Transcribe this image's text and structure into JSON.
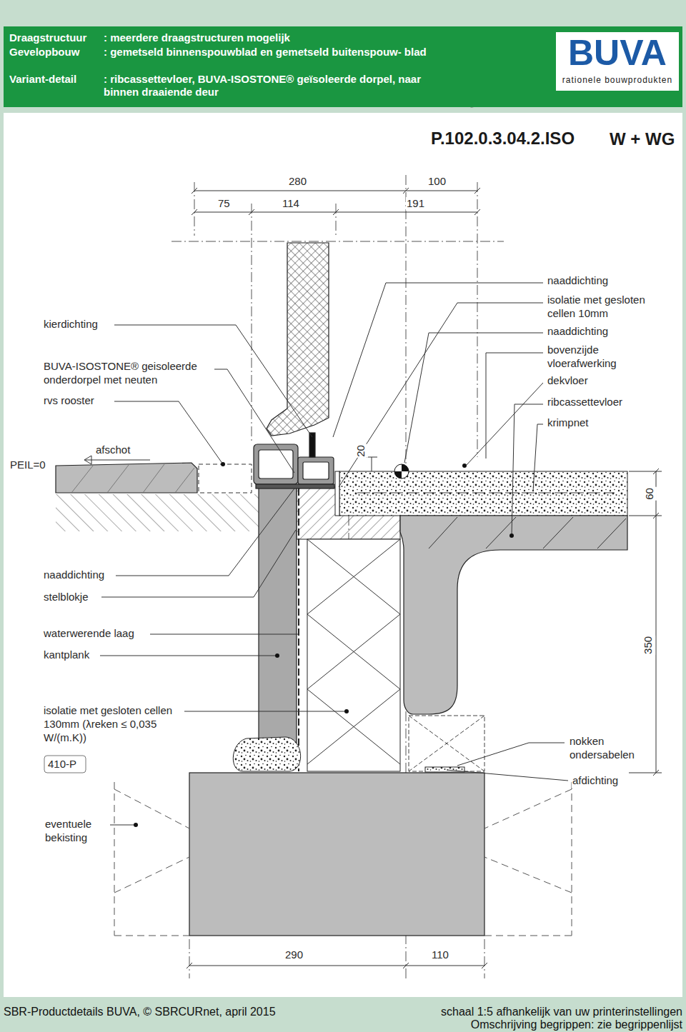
{
  "diagram": {
    "title": "P.102.0.3.04.2.ISO",
    "nodes": [
      {
        "text": [
          "Draagstructuur",
          ": meerdere draagstructuren mogelijk",
          "Gevelopbouw",
          ": gemetseld binnenspouwblad en gemetseld buitenspouw- blad",
          "Variant-detail",
          ": ribcassettevloer, BUVA-ISOSTONE® geïsoleerde dorpel, naar binnen draaiende deur"
        ]
      },
      {
        "text": [
          "BUVA",
          "rationele bouwprodukten"
        ],
        "in": 0
      },
      {
        "text": [
          "SBR-Productdetails BUVA, © SBRCURnet, april 2015",
          "schaal 1:5 afhankelijk van uw printerinstellingen",
          "Omschrijving begrippen: zie begrippenlijst"
        ]
      }
    ],
    "labels": [
      "W + WG",
      "280",
      "100",
      "75",
      "114",
      "191",
      "naaddichting",
      "isolatie met gesloten cellen 10mm",
      "naaddichting",
      "bovenzijde vloerafwerking",
      "dekvloer",
      "ribcassettevloer",
      "krimpnet",
      "kierdichting",
      "BUVA-ISOSTONE® geisoleerde onderdorpel met neuten",
      "rvs rooster",
      "PEIL=0",
      "afschot",
      "20",
      "60",
      "350",
      "naaddichting",
      "stelblokje",
      "waterwerende laag",
      "kantplank",
      "isolatie met gesloten cellen 130mm (λreken ≤ 0,035 W/(m.K))",
      "410-P",
      "eventuele bekisting",
      "nokken ondersabelen",
      "afdichting",
      "290",
      "110"
    ]
  }
}
